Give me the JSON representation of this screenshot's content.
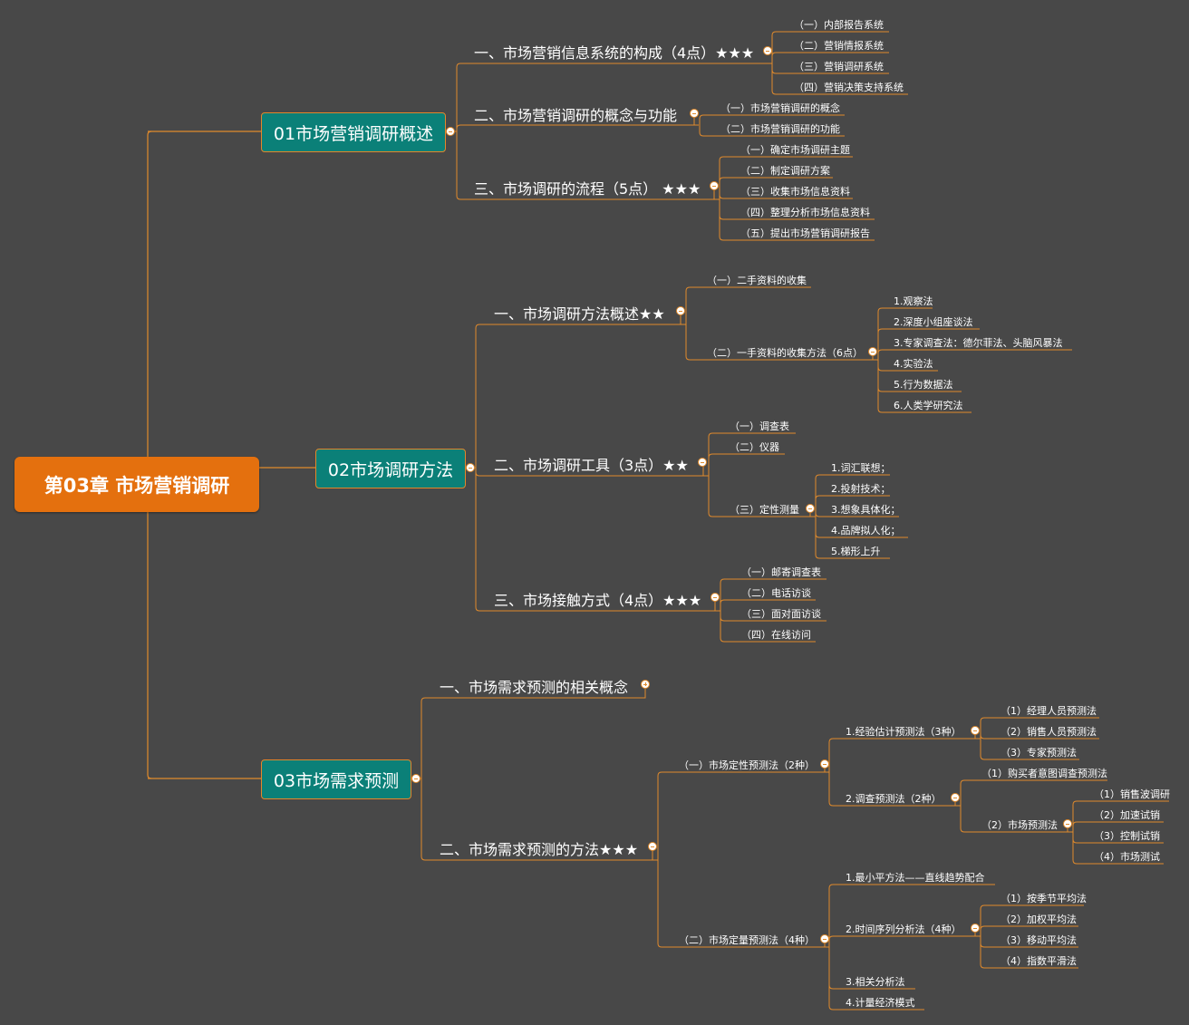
{
  "root": {
    "label": "第03章  市场营销调研"
  },
  "branches": {
    "b1": {
      "label": "01市场营销调研概述",
      "s1": {
        "label": "一、市场营销信息系统的构成（4点）★★★",
        "items": [
          "（一）内部报告系统",
          "（二）营销情报系统",
          "（三）营销调研系统",
          "（四）营销决策支持系统"
        ]
      },
      "s2": {
        "label": "二、市场营销调研的概念与功能",
        "items": [
          "（一）市场营销调研的概念",
          "（二）市场营销调研的功能"
        ]
      },
      "s3": {
        "label": "三、市场调研的流程（5点） ★★★",
        "items": [
          "（一）确定市场调研主题",
          "（二）制定调研方案",
          "（三）收集市场信息资料",
          "（四）整理分析市场信息资料",
          "（五）提出市场营销调研报告"
        ]
      }
    },
    "b2": {
      "label": "02市场调研方法",
      "s1": {
        "label": "一、市场调研方法概述★★",
        "a": "（一）二手资料的收集",
        "b": "（二）一手资料的收集方法（6点）",
        "b_items": [
          "1.观察法",
          "2.深度小组座谈法",
          "3.专家调查法：德尔菲法、头脑风暴法",
          "4.实验法",
          "5.行为数据法",
          "6.人类学研究法"
        ]
      },
      "s2": {
        "label": "二、市场调研工具（3点）★★",
        "a": "（一）调查表",
        "b": "（二）仪器",
        "c": "（三）定性测量",
        "c_items": [
          "1.词汇联想；",
          "2.投射技术；",
          "3.想象具体化；",
          "4.品牌拟人化；",
          "5.梯形上升"
        ]
      },
      "s3": {
        "label": "三、市场接触方式（4点）★★★",
        "items": [
          "（一）邮寄调查表",
          "（二）电话访谈",
          "（三）面对面访谈",
          "（四）在线访问"
        ]
      }
    },
    "b3": {
      "label": "03市场需求预测",
      "s1": {
        "label": "一、市场需求预测的相关概念"
      },
      "s2": {
        "label": "二、市场需求预测的方法★★★",
        "q": {
          "label": "（一）市场定性预测法（2种）",
          "m1": {
            "label": "1.经验估计预测法（3种）",
            "items": [
              "（1）经理人员预测法",
              "（2）销售人员预测法",
              "（3）专家预测法"
            ]
          },
          "m2": {
            "label": "2.调查预测法（2种）",
            "a": "（1）购买者意图调查预测法",
            "b": {
              "label": "（2）市场预测法",
              "items": [
                "（1）销售波调研",
                "（2）加速试销",
                "（3）控制试销",
                "（4）市场测试"
              ]
            }
          }
        },
        "n": {
          "label": "（二）市场定量预测法（4种）",
          "m1": "1.最小平方法——直线趋势配合",
          "m2": {
            "label": "2.时间序列分析法（4种）",
            "items": [
              "（1）按季节平均法",
              "（2）加权平均法",
              "（3）移动平均法",
              "（4）指数平滑法"
            ]
          },
          "m3": "3.相关分析法",
          "m4": "4.计量经济模式"
        }
      }
    }
  },
  "colors": {
    "background": "#484848",
    "root": "#e4700e",
    "main": "#0b8078",
    "line": "#e08a2c"
  }
}
